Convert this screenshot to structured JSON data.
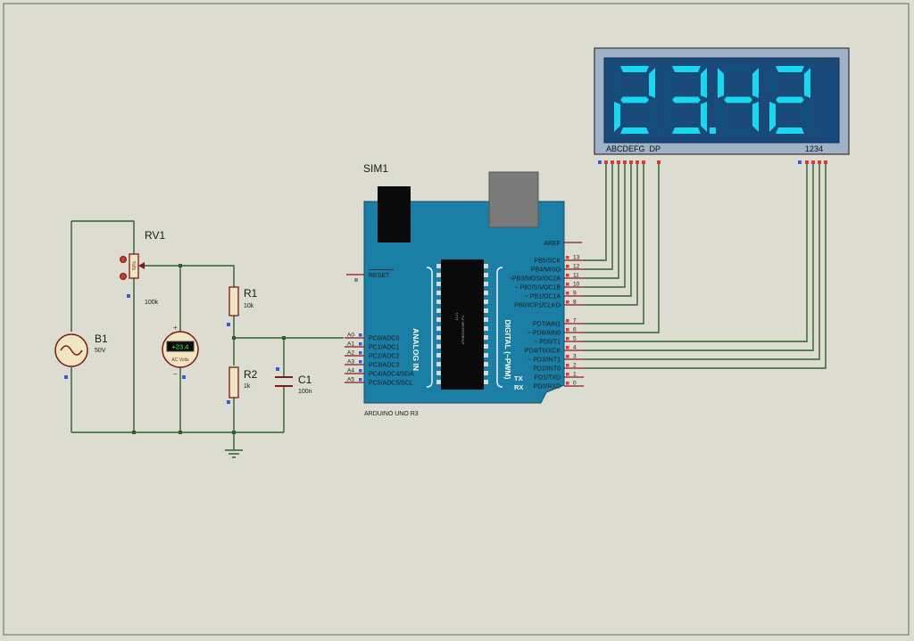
{
  "display": {
    "digits": [
      "2",
      "3",
      "4",
      "2"
    ],
    "decimal_after_digit": 2,
    "segment_pins_label": "ABCDEFG  DP",
    "digit_pins_label": "1234",
    "segment_color": "#18d8f0",
    "off_segment_color": "#12507a",
    "body_color": "#1a4a7a"
  },
  "sim1": {
    "label": "SIM1",
    "board_label": "ARDUINO UNO R3",
    "chip_label": "ATMEGA328P-PU",
    "chip_sub": "1121",
    "analog_section": "ANALOG IN",
    "digital_section": "DIGITAL (~PWM)",
    "aref": "AREF",
    "reset": "RESET",
    "tx": "TX",
    "rx": "RX",
    "board_color": "#1b7fa5"
  },
  "analog_pins": [
    {
      "ext": "A0",
      "name": "PC0/ADC0"
    },
    {
      "ext": "A1",
      "name": "PC1/ADC1"
    },
    {
      "ext": "A2",
      "name": "PC2/ADC2"
    },
    {
      "ext": "A3",
      "name": "PC3/ADC3"
    },
    {
      "ext": "A4",
      "name": "PC4/ADC4/SDA"
    },
    {
      "ext": "A5",
      "name": "PC5/ADC5/SCL"
    }
  ],
  "digital_pins_upper": [
    {
      "num": "13",
      "name": "PB5/SCK"
    },
    {
      "num": "12",
      "name": "PB4/MISO"
    },
    {
      "num": "11",
      "name": "~PB3/MOSI/OC2A"
    },
    {
      "num": "10",
      "name": "~ PB2/SS/OC1B"
    },
    {
      "num": "9",
      "name": "~ PB1/OC1A"
    },
    {
      "num": "8",
      "name": "PB0/ICP1/CLKO"
    }
  ],
  "digital_pins_lower": [
    {
      "num": "7",
      "name": "PD7/AIN1"
    },
    {
      "num": "6",
      "name": "~ PD6/AIN0"
    },
    {
      "num": "5",
      "name": "~ PD5/T1"
    },
    {
      "num": "4",
      "name": "PD4/T0/XCK"
    },
    {
      "num": "3",
      "name": "~ PD3/INT1"
    },
    {
      "num": "2",
      "name": "PD2/INT0"
    },
    {
      "num": "1",
      "name": "PD1/TXD"
    },
    {
      "num": "0",
      "name": "PD0/RXD"
    }
  ],
  "components": {
    "b1": {
      "ref": "B1",
      "value": "50V"
    },
    "rv1": {
      "ref": "RV1",
      "value": "100k",
      "percent": "50%"
    },
    "voltmeter": {
      "reading": "+23.4",
      "label": "AC Volts",
      "plus": "+",
      "minus": "−"
    },
    "r1": {
      "ref": "R1",
      "value": "10k"
    },
    "r2": {
      "ref": "R2",
      "value": "1k"
    },
    "c1": {
      "ref": "C1",
      "value": "100n"
    }
  },
  "colors": {
    "wire": "#2e5e2e",
    "component_body": "#f0e6c0",
    "component_stroke": "#7a1a1a",
    "background": "#dcdcd0"
  }
}
